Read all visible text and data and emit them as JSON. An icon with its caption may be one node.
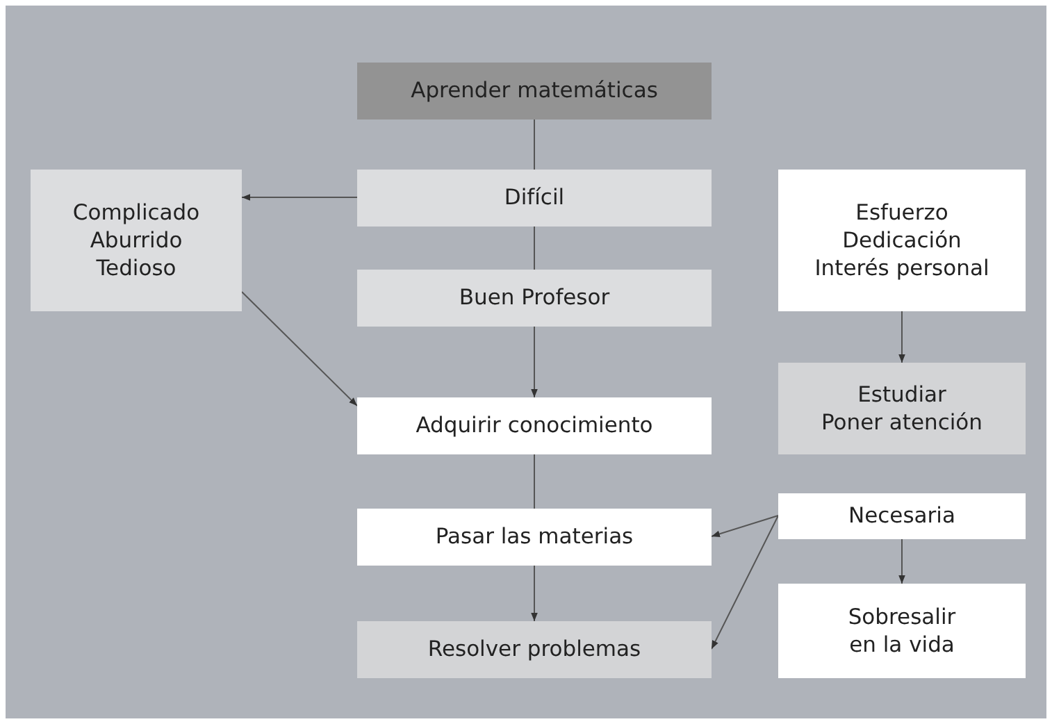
{
  "diagram": {
    "nodes": [
      {
        "text": [
          "Aprender matemáticas"
        ]
      },
      {
        "text": [
          "Difícil"
        ]
      },
      {
        "text": [
          "Buen Profesor"
        ]
      },
      {
        "text": [
          "Adquirir conocimiento"
        ]
      },
      {
        "text": [
          "Pasar las materias"
        ]
      },
      {
        "text": [
          "Resolver problemas"
        ]
      },
      {
        "text": [
          "Complicado",
          "Aburrido",
          "Tedioso"
        ]
      },
      {
        "text": [
          "Esfuerzo",
          "Dedicación",
          "Interés personal"
        ]
      },
      {
        "text": [
          "Estudiar",
          "Poner atención"
        ]
      },
      {
        "text": [
          "Necesaria"
        ]
      },
      {
        "text": [
          "Sobresalir en la vida"
        ]
      }
    ],
    "edges": [
      {
        "from": 0,
        "to": 1,
        "arrow": "none"
      },
      {
        "from": 1,
        "to": 2,
        "arrow": "none"
      },
      {
        "from": 2,
        "to": 3,
        "arrow": "to"
      },
      {
        "from": 1,
        "to": 6,
        "arrow": "to"
      },
      {
        "from": 6,
        "to": 3,
        "arrow": "to"
      },
      {
        "from": 3,
        "to": 4,
        "arrow": "none"
      },
      {
        "from": 4,
        "to": 5,
        "arrow": "to"
      },
      {
        "from": 7,
        "to": 8,
        "arrow": "to"
      },
      {
        "from": 9,
        "to": 4,
        "arrow": "to"
      },
      {
        "from": 9,
        "to": 5,
        "arrow": "to"
      },
      {
        "from": 9,
        "to": 10,
        "arrow": "to"
      }
    ]
  }
}
